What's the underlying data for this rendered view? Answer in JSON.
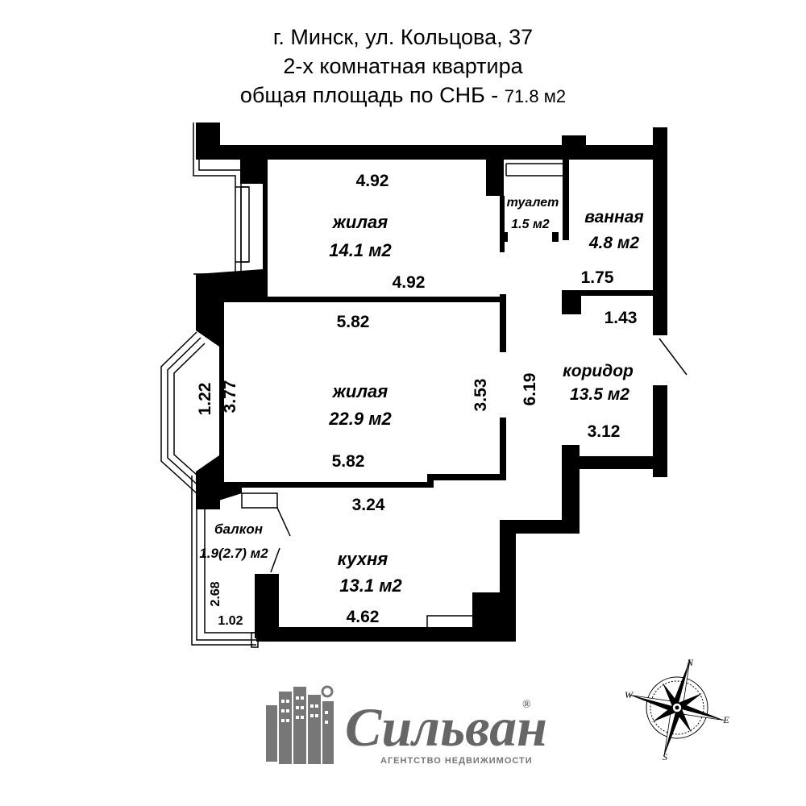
{
  "header": {
    "address": "г. Минск, ул. Кольцова, 37",
    "apartment_type": "2-х  комнатная квартира",
    "area_prefix": "общая площадь по СНБ - ",
    "area_value": "71.8",
    "area_unit": "м2"
  },
  "rooms": {
    "living1": {
      "name": "жилая",
      "area": "14.1 м2"
    },
    "living2": {
      "name": "жилая",
      "area": "22.9 м2"
    },
    "toilet": {
      "name": "туалет",
      "area": "1.5 м2"
    },
    "bathroom": {
      "name": "ванная",
      "area": "4.8 м2"
    },
    "corridor": {
      "name": "коридор",
      "area": "13.5 м2"
    },
    "kitchen": {
      "name": "кухня",
      "area": "13.1 м2"
    },
    "balcony": {
      "name": "балкон",
      "area": "1.9(2.7) м2"
    }
  },
  "dimensions": {
    "living1_top": "4.92",
    "living1_bottom": "4.92",
    "living2_top": "5.82",
    "living2_bottom": "5.82",
    "bay_width": "1.22",
    "living2_height": "3.77",
    "living2_right": "3.53",
    "corridor_length": "6.19",
    "bath_width": "1.75",
    "corridor_top": "1.43",
    "corridor_bottom": "3.12",
    "kitchen_top": "3.24",
    "kitchen_bottom": "4.62",
    "balcony_length": "2.68",
    "balcony_width": "1.02"
  },
  "compass": {
    "n": "N",
    "e": "E",
    "s": "S",
    "w": "W"
  },
  "logo": {
    "name": "Сильван",
    "registered": "®",
    "tagline": "АГЕНТСТВО НЕДВИЖИМОСТИ"
  },
  "colors": {
    "wall": "#000000",
    "logo_gray": "#666666",
    "background": "#ffffff"
  }
}
